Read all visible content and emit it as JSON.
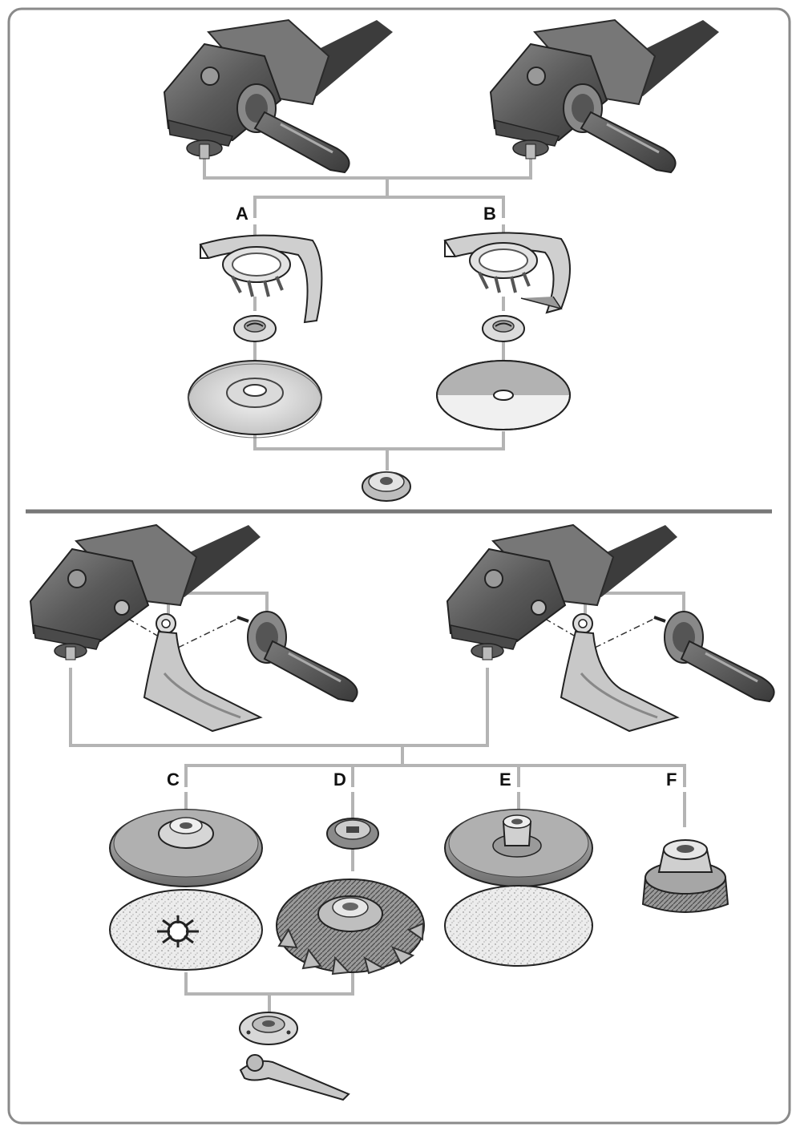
{
  "labels": {
    "a": "A",
    "b": "B",
    "c": "C",
    "d": "D",
    "e": "E",
    "f": "F"
  },
  "colors": {
    "frame": "#8a8a8a",
    "connector": "#b4b4b4",
    "divider": "#777777",
    "metal_dark": "#5a5a5a",
    "metal_mid": "#9a9a9a",
    "metal_light": "#d8d8d8",
    "body_dark": "#3c3c3c",
    "label": "#111111"
  },
  "icons": {
    "grinder": "angle-grinder-icon",
    "handle": "side-handle-icon",
    "guard_a": "grinding-guard-icon",
    "guard_b": "cutting-guard-icon",
    "flange": "mounting-flange-icon",
    "grinding_disc": "depressed-center-disc-icon",
    "cutting_disc": "cutting-disc-icon",
    "clamp_nut": "clamping-nut-icon",
    "hand_guard": "hand-guard-icon",
    "backing_pad": "backing-pad-icon",
    "sanding_sheet": "sanding-sheet-icon",
    "wire_brush_disc": "wire-wheel-brush-icon",
    "cup_brush": "cup-brush-icon",
    "two_pin_spanner": "two-pin-spanner-icon"
  }
}
